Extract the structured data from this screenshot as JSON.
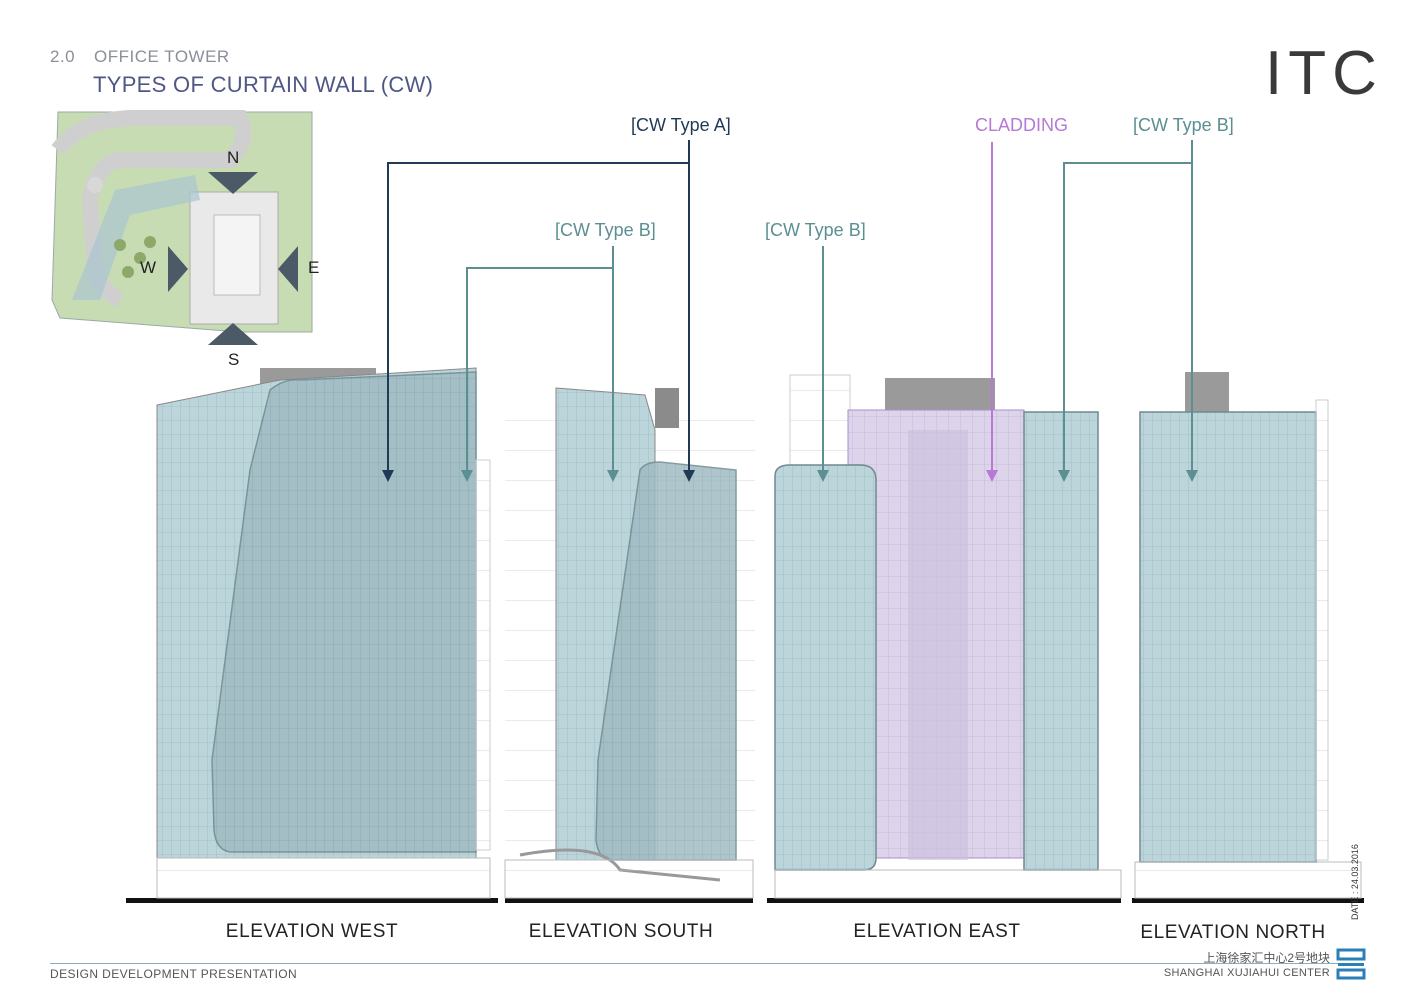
{
  "header": {
    "section_number": "2.0",
    "section_name": "OFFICE TOWER",
    "title": "TYPES OF CURTAIN WALL (CW)",
    "logo": "ITC"
  },
  "key_plan": {
    "directions": {
      "north": "N",
      "south": "S",
      "east": "E",
      "west": "W"
    }
  },
  "callouts": {
    "cw_type_a": "[CW Type A]",
    "cw_type_b_south": "[CW Type B]",
    "cw_type_b_east": "[CW Type B]",
    "cladding": "CLADDING",
    "cw_type_b_north": "[CW Type B]"
  },
  "elevations": {
    "west": "ELEVATION WEST",
    "south": "ELEVATION SOUTH",
    "east": "ELEVATION EAST",
    "north": "ELEVATION NORTH"
  },
  "footer": {
    "left": "DESIGN DEVELOPMENT PRESENTATION",
    "project_cn": "上海徐家汇中心2号地块",
    "project_en": "SHANGHAI XUJIAHUI CENTER",
    "date": "DATE : 24.03.2016"
  },
  "colors": {
    "cw_type_a": "#1f3a56",
    "cw_type_b": "#5b8f92",
    "cladding": "#b679d6",
    "glass": "#b9d2d8",
    "title": "#4f5785"
  }
}
